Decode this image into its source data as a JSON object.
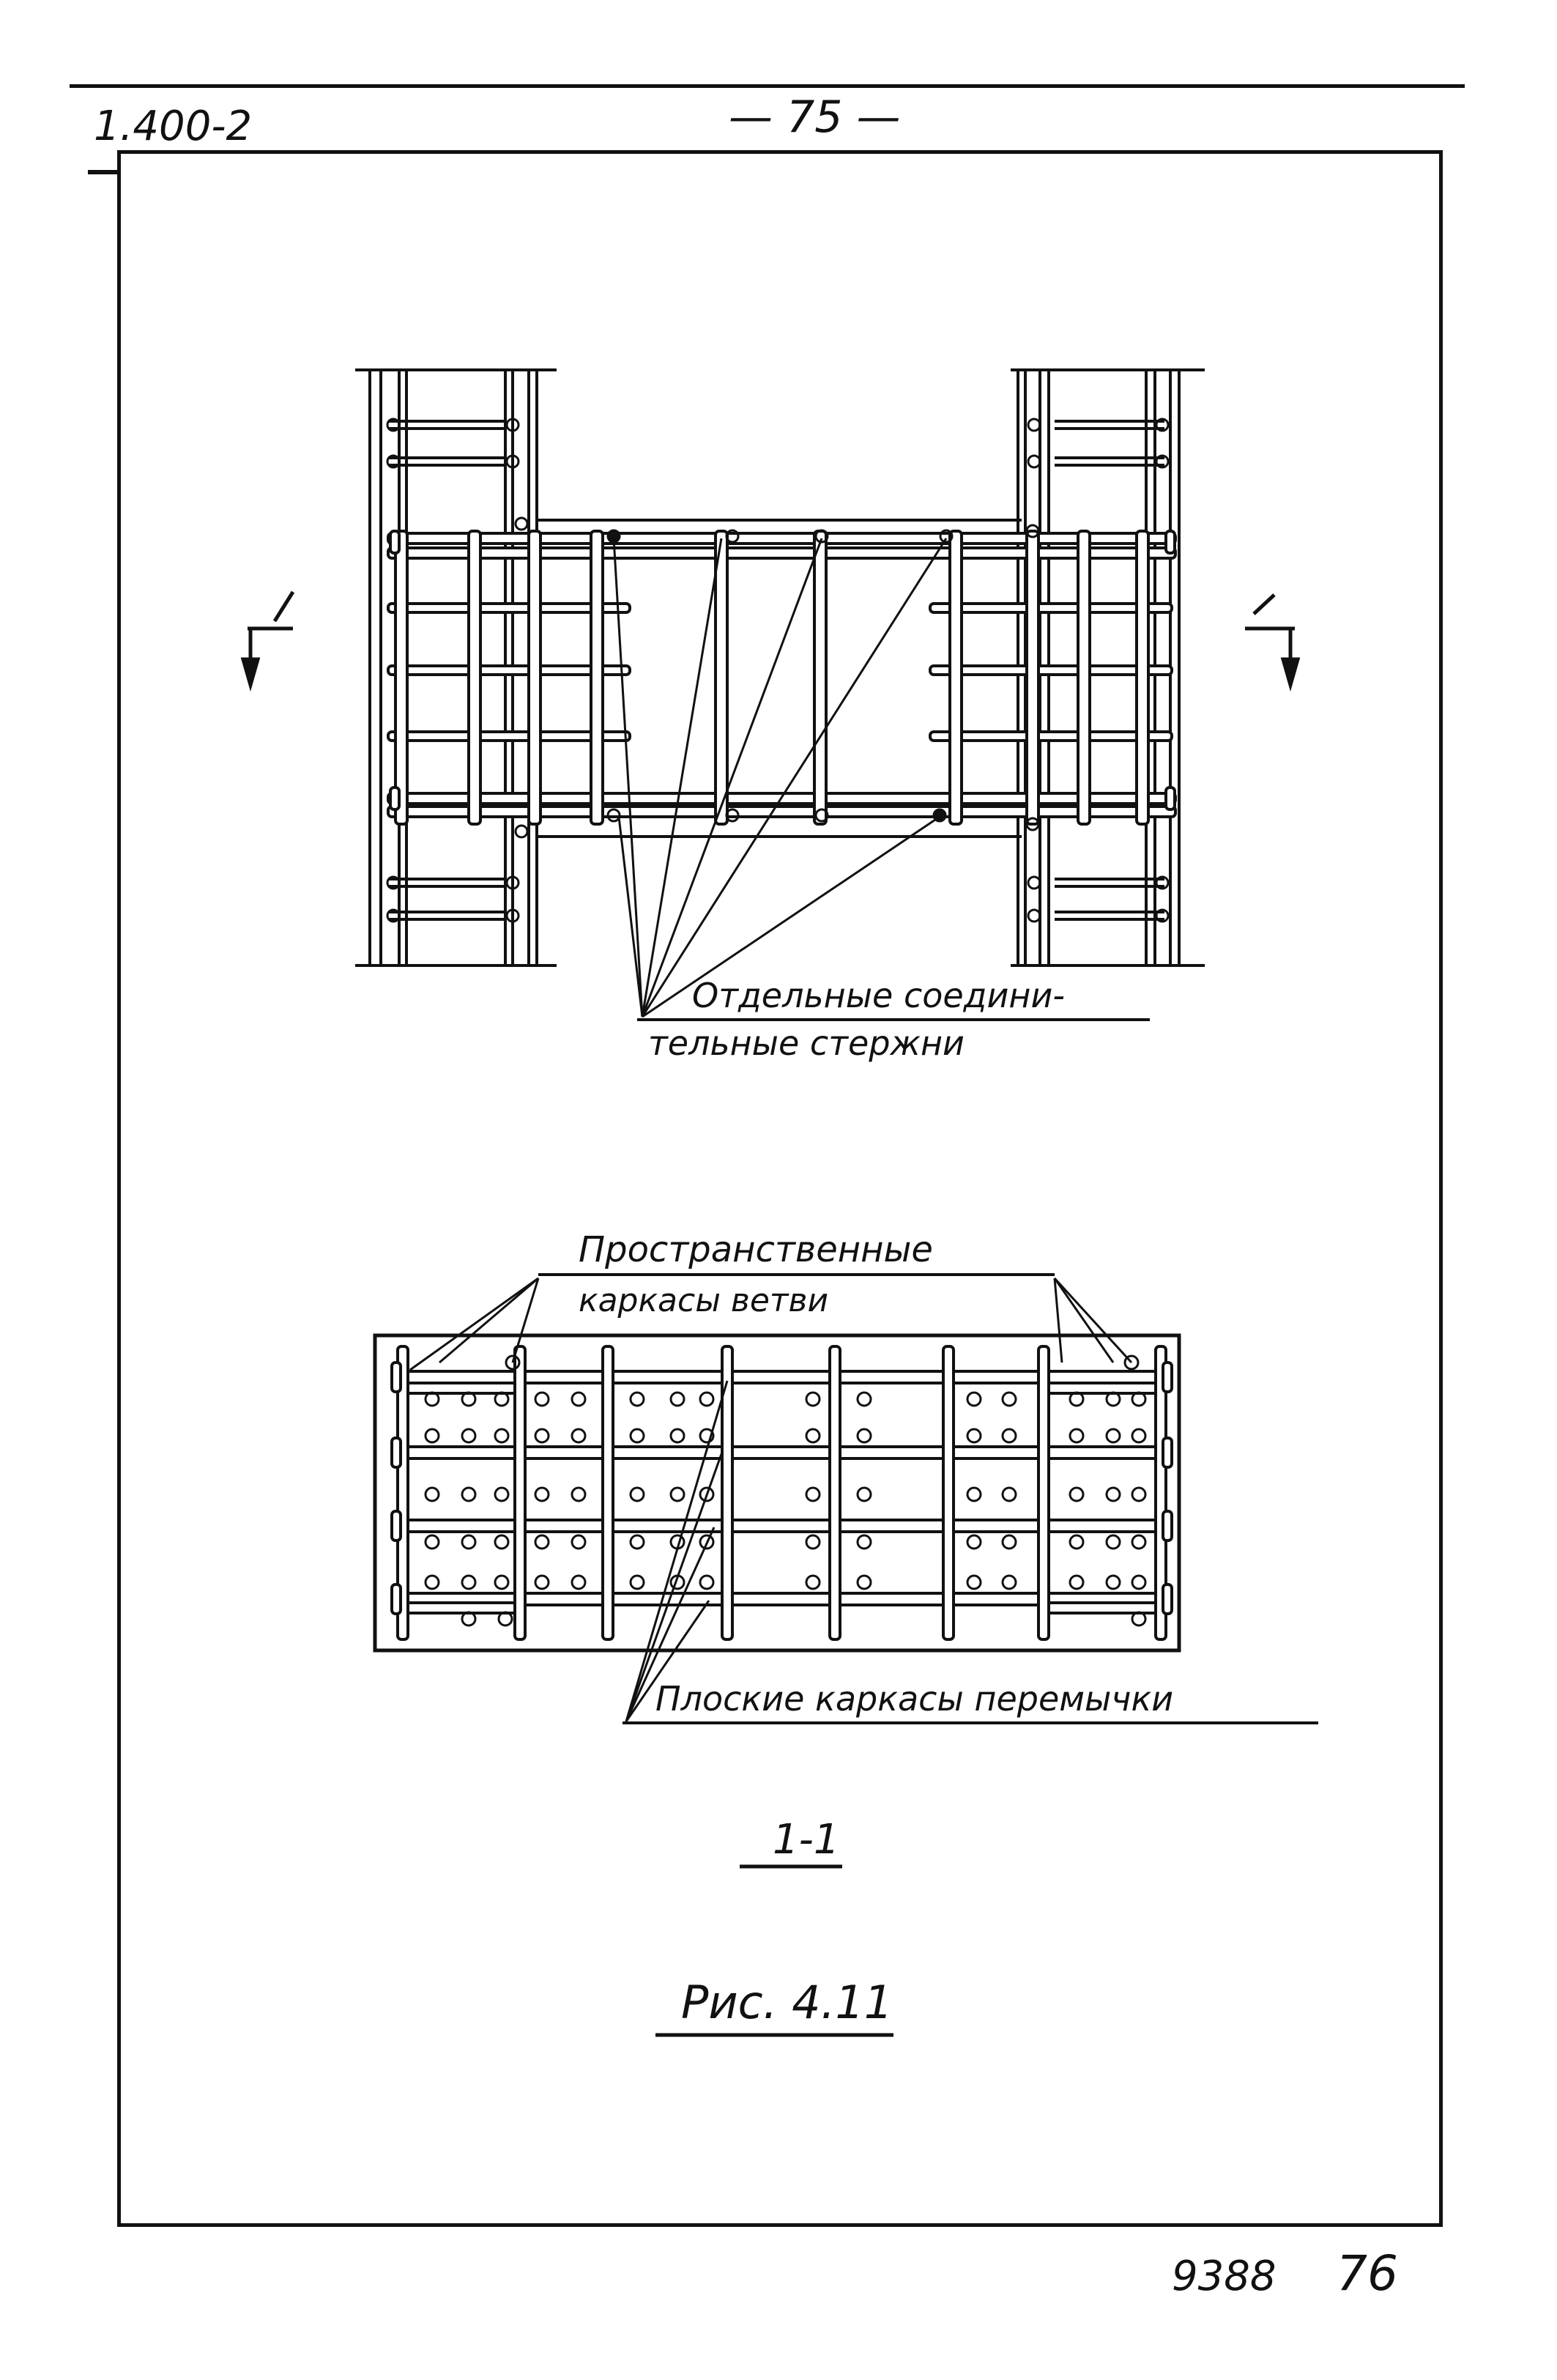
{
  "header": {
    "doc_code": "1.400-2",
    "page_number": "— 75 —"
  },
  "plan_view": {
    "section_mark_left": "1",
    "section_mark_right": "1",
    "callout_line1": "Отдельные соедини-",
    "callout_line2": "тельные стержни"
  },
  "section_view": {
    "callout_top_line1": "Пространственные",
    "callout_top_line2": "каркасы ветви",
    "callout_bottom": "Плоские каркасы перемычки",
    "section_label": "1-1"
  },
  "figure_caption": "Рис. 4.11",
  "footer": {
    "number": "9388",
    "page": "76"
  }
}
